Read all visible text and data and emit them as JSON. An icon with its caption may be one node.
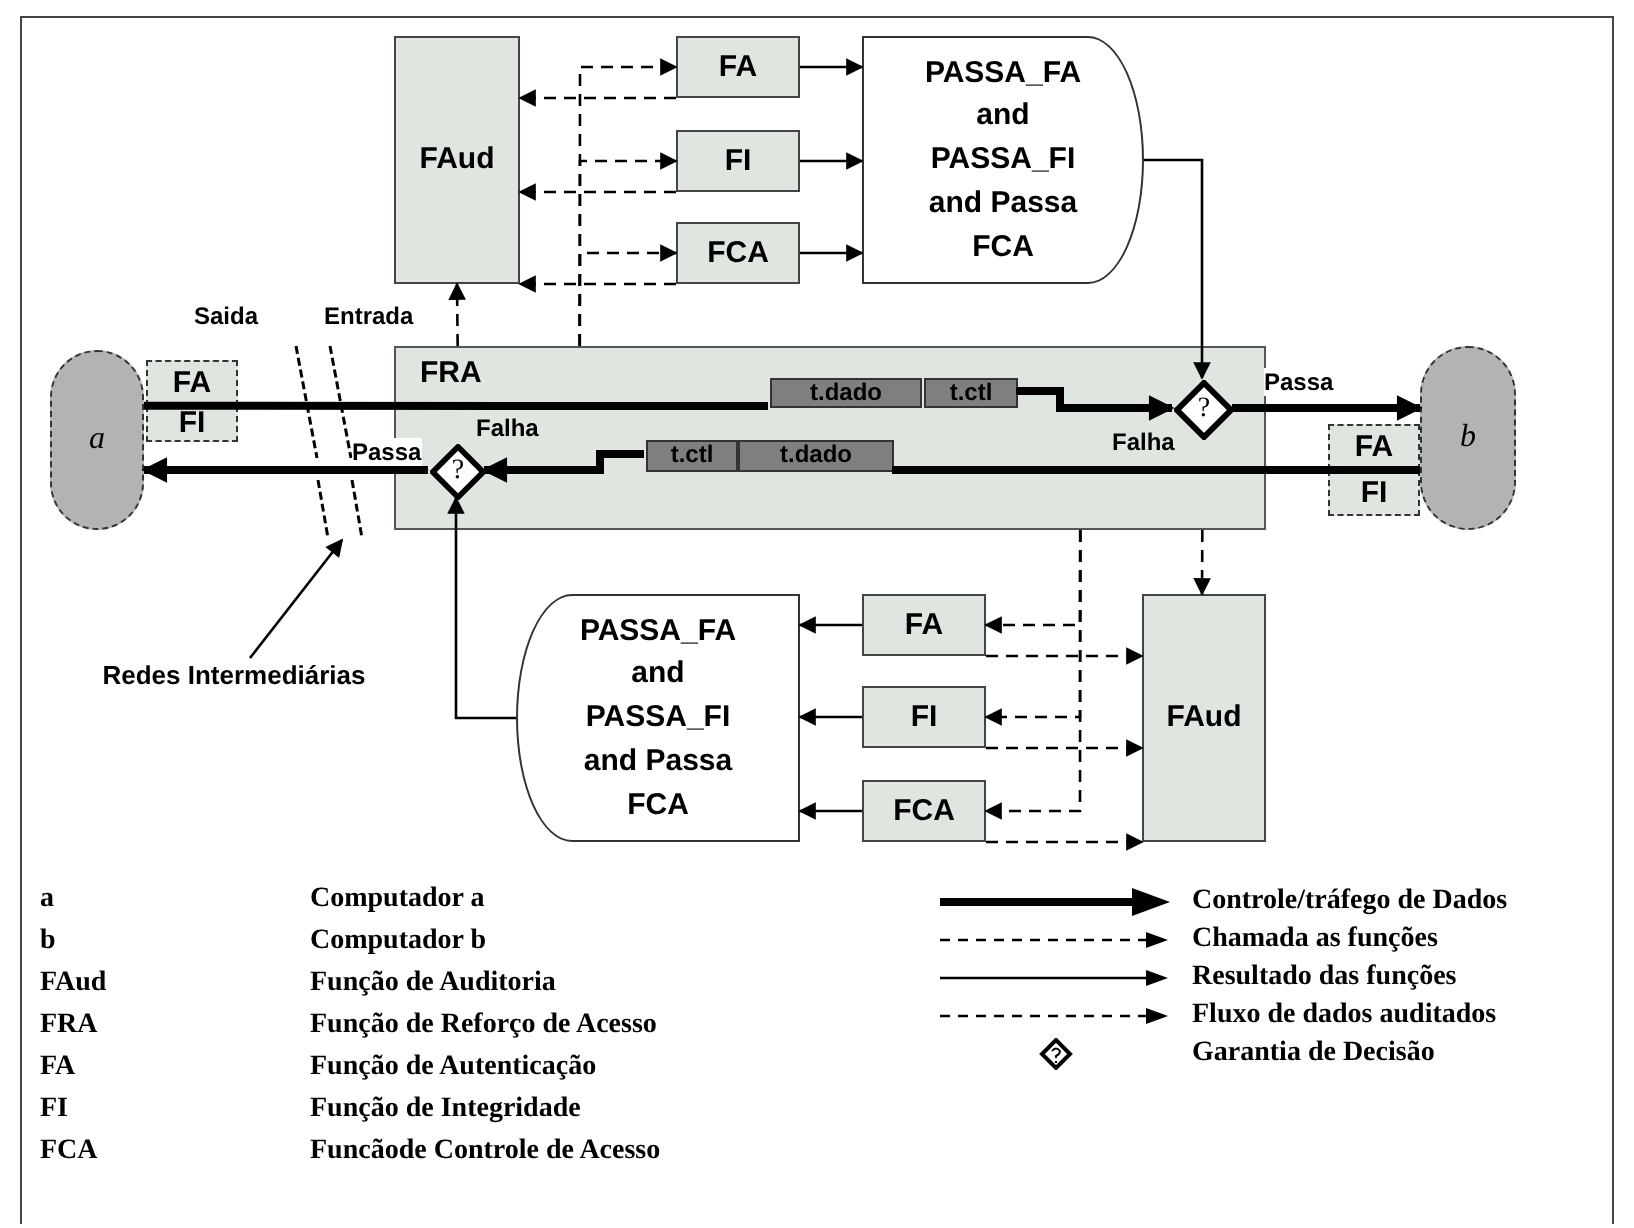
{
  "diagram": {
    "nodes": [
      {
        "text": [
          "a"
        ]
      },
      {
        "text": [
          "FA"
        ]
      },
      {
        "text": [
          "FI"
        ]
      },
      {
        "text": [
          "b"
        ]
      },
      {
        "text": [
          "FA"
        ]
      },
      {
        "text": [
          "FI"
        ]
      },
      {
        "text": [
          "FRA"
        ]
      },
      {
        "text": [
          "t.dado"
        ],
        "in": 6
      },
      {
        "text": [
          "t.ctl"
        ],
        "in": 6
      },
      {
        "text": [
          "?"
        ],
        "in": 6
      },
      {
        "text": [
          "t.ctl"
        ],
        "in": 6
      },
      {
        "text": [
          "t.dado"
        ],
        "in": 6
      },
      {
        "text": [
          "?"
        ],
        "in": 6
      },
      {
        "text": [
          "FAud"
        ]
      },
      {
        "text": [
          "FA"
        ]
      },
      {
        "text": [
          "FI"
        ]
      },
      {
        "text": [
          "FCA"
        ]
      },
      {
        "text": [
          "PASSA_FA and PASSA_FI and Passa FCA"
        ]
      },
      {
        "text": [
          "FAud"
        ]
      },
      {
        "text": [
          "FA"
        ]
      },
      {
        "text": [
          "FI"
        ]
      },
      {
        "text": [
          "FCA"
        ]
      },
      {
        "text": [
          "PASSA_FA and PASSA_FI and Passa FCA"
        ]
      },
      {
        "text": [
          "Redes Intermediárias"
        ]
      },
      {
        "text": [],
        "shape": "break"
      }
    ],
    "edges": [
      {
        "from": 0,
        "to": 7,
        "arrow": "none",
        "style": "thick"
      },
      {
        "from": 8,
        "to": 9,
        "arrow": "to",
        "style": "thick"
      },
      {
        "from": 9,
        "to": 3,
        "arrow": "to",
        "style": "thick",
        "label": "Passa"
      },
      {
        "from": 3,
        "to": 11,
        "arrow": "none",
        "style": "thick"
      },
      {
        "from": 10,
        "to": 12,
        "arrow": "to",
        "style": "thick"
      },
      {
        "from": 12,
        "to": 0,
        "arrow": "to",
        "style": "thick",
        "label": "Passa"
      },
      {
        "from": 6,
        "to": 13,
        "arrow": "to",
        "style": "dashed"
      },
      {
        "from": 6,
        "to": 14,
        "arrow": "to",
        "style": "dashed"
      },
      {
        "from": 6,
        "to": 15,
        "arrow": "to",
        "style": "dashed"
      },
      {
        "from": 6,
        "to": 16,
        "arrow": "to",
        "style": "dashed"
      },
      {
        "from": 14,
        "to": 13,
        "arrow": "to",
        "style": "dashed"
      },
      {
        "from": 15,
        "to": 13,
        "arrow": "to",
        "style": "dashed"
      },
      {
        "from": 16,
        "to": 13,
        "arrow": "to",
        "style": "dashed"
      },
      {
        "from": 14,
        "to": 17,
        "arrow": "to"
      },
      {
        "from": 15,
        "to": 17,
        "arrow": "to"
      },
      {
        "from": 16,
        "to": 17,
        "arrow": "to"
      },
      {
        "from": 17,
        "to": 9,
        "arrow": "to"
      },
      {
        "from": 6,
        "to": 18,
        "arrow": "to",
        "style": "dashed"
      },
      {
        "from": 6,
        "to": 19,
        "arrow": "to",
        "style": "dashed"
      },
      {
        "from": 6,
        "to": 20,
        "arrow": "to",
        "style": "dashed"
      },
      {
        "from": 6,
        "to": 21,
        "arrow": "to",
        "style": "dashed"
      },
      {
        "from": 19,
        "to": 18,
        "arrow": "to",
        "style": "dashed"
      },
      {
        "from": 20,
        "to": 18,
        "arrow": "to",
        "style": "dashed"
      },
      {
        "from": 21,
        "to": 18,
        "arrow": "to",
        "style": "dashed"
      },
      {
        "from": 19,
        "to": 22,
        "arrow": "to"
      },
      {
        "from": 20,
        "to": 22,
        "arrow": "to"
      },
      {
        "from": 21,
        "to": 22,
        "arrow": "to"
      },
      {
        "from": 22,
        "to": 12,
        "arrow": "to"
      },
      {
        "from": 23,
        "to": 24,
        "arrow": "to"
      }
    ],
    "labels": [
      "Saida",
      "Entrada",
      "Falha",
      "Falha",
      "a",
      "Computador a",
      "b",
      "Computador b",
      "FAud",
      "Função de Auditoria",
      "FRA",
      "Função de Reforço de Acesso",
      "FA",
      "Função de Autenticação",
      "FI",
      "Função de Integridade",
      "FCA",
      "Funcãode Controle de Acesso"
    ],
    "legend": [
      {
        "text": "Controle/tráfego de Dados"
      },
      {
        "text": "Chamada as funções"
      },
      {
        "text": "Resultado das funções"
      },
      {
        "text": "Fluxo de dados auditados"
      },
      {
        "text": "Garantia de Decisão"
      }
    ]
  }
}
